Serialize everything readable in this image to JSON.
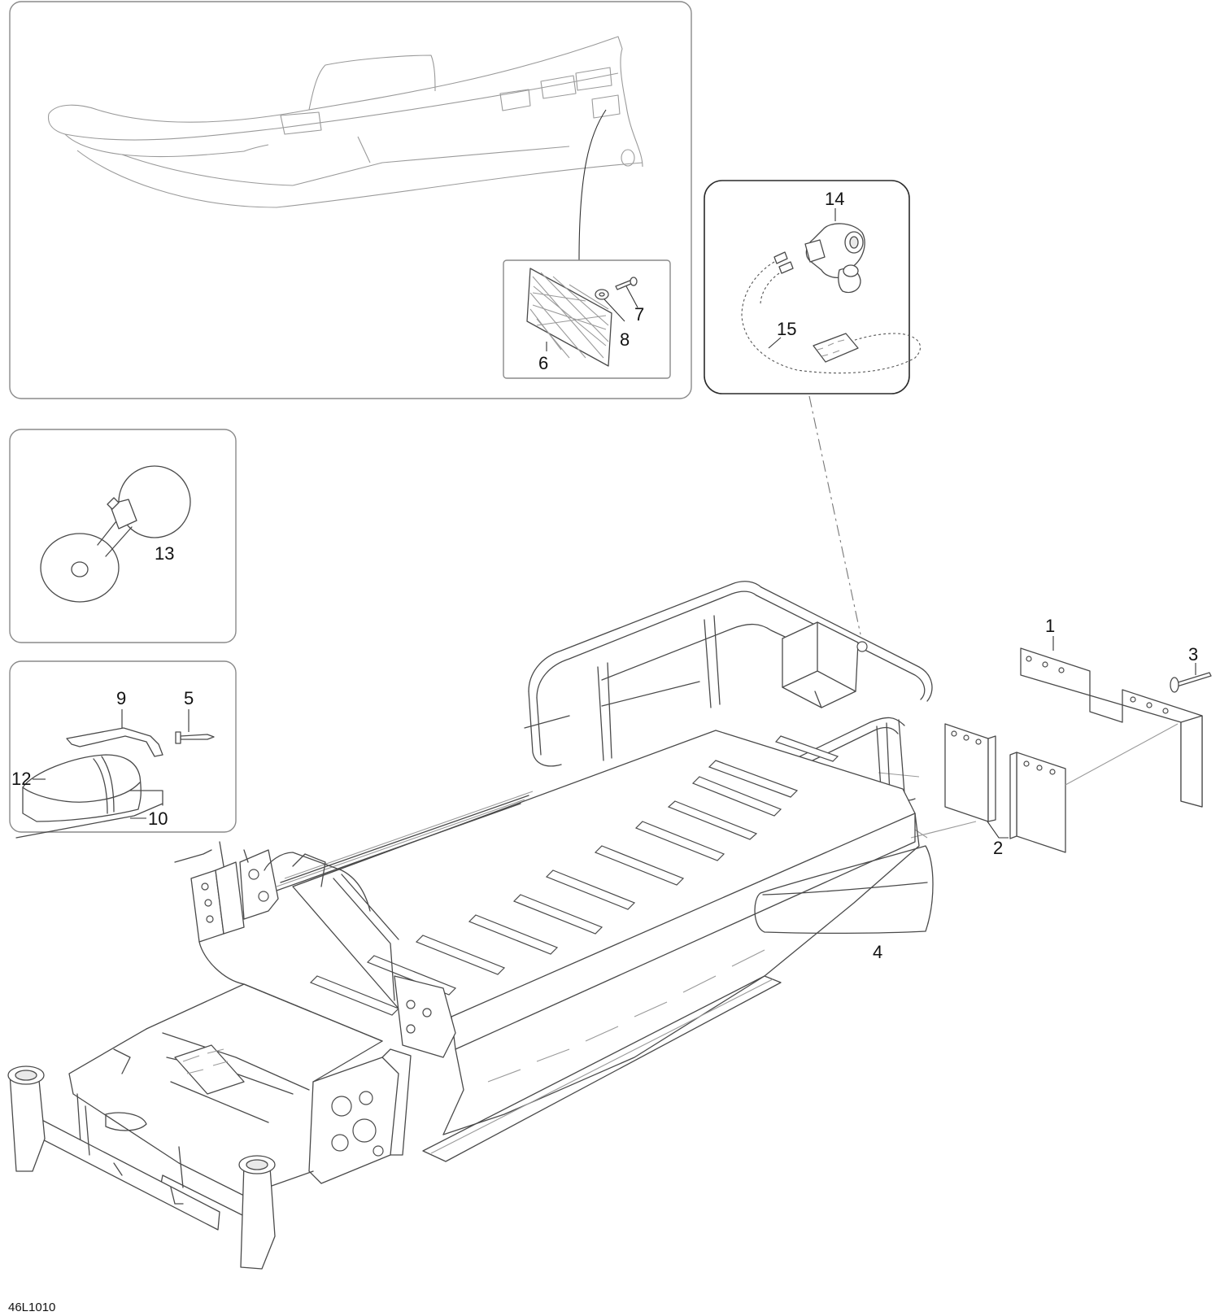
{
  "diagram": {
    "drawing_code": "46L1010",
    "callouts": {
      "c1": "1",
      "c2": "2",
      "c3": "3",
      "c4": "4",
      "c5": "5",
      "c6": "6",
      "c7": "7",
      "c8": "8",
      "c9": "9",
      "c10": "10",
      "c12": "12",
      "c13": "13",
      "c14": "14",
      "c15": "15"
    }
  }
}
